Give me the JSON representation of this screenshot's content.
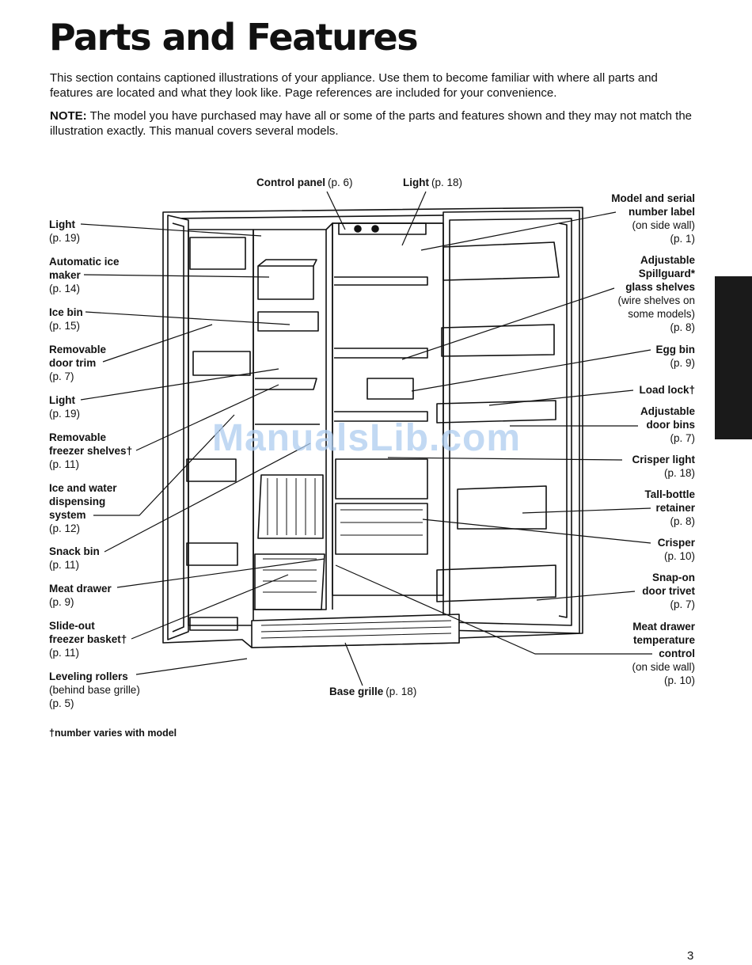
{
  "title": "Parts and Features",
  "intro": "This section contains captioned illustrations of your appliance. Use them to become familiar with where all parts and features are located and what they look like. Page references are included for your convenience.",
  "note_label": "NOTE:",
  "note_text": " The model you have purchased may have all or some of the parts and features shown and they may not match the illustration exactly. This manual covers several models.",
  "callouts": {
    "control_panel": {
      "name": "Control panel",
      "page": "(p. 6)"
    },
    "light_top": {
      "name": "Light",
      "page": "(p. 18)"
    },
    "model_serial": {
      "name1": "Model and serial",
      "name2": "number label",
      "sub": "(on side wall)",
      "page": "(p. 1)"
    },
    "spillguard": {
      "name1": "Adjustable",
      "name2": "Spillguard*",
      "name3": "glass shelves",
      "sub1": "(wire shelves on",
      "sub2": "some models)",
      "page": "(p. 8)"
    },
    "egg_bin": {
      "name": "Egg bin",
      "page": "(p. 9)"
    },
    "load_lock": {
      "name": "Load lock†"
    },
    "door_bins": {
      "name1": "Adjustable",
      "name2": "door bins",
      "page": "(p. 7)"
    },
    "crisper_light": {
      "name": "Crisper light",
      "page": "(p. 18)"
    },
    "tall_bottle": {
      "name1": "Tall-bottle",
      "name2": "retainer",
      "page": "(p. 8)"
    },
    "crisper": {
      "name": "Crisper",
      "page": "(p. 10)"
    },
    "trivet": {
      "name1": "Snap-on",
      "name2": "door trivet",
      "page": "(p. 7)"
    },
    "meat_temp": {
      "name1": "Meat drawer",
      "name2": "temperature",
      "name3": "control",
      "sub": "(on side wall)",
      "page": "(p. 10)"
    },
    "base_grille": {
      "name": "Base grille",
      "page": "(p. 18)"
    },
    "light_left1": {
      "name": "Light",
      "page": "(p. 19)"
    },
    "ice_maker": {
      "name1": "Automatic ice",
      "name2": "maker",
      "page": "(p. 14)"
    },
    "ice_bin": {
      "name": "Ice bin",
      "page": "(p. 15)"
    },
    "door_trim": {
      "name1": "Removable",
      "name2": "door trim",
      "page": "(p. 7)"
    },
    "light_left2": {
      "name": "Light",
      "page": "(p. 19)"
    },
    "freezer_shelves": {
      "name1": "Removable",
      "name2": "freezer shelves†",
      "page": "(p. 11)"
    },
    "dispensing": {
      "name1": "Ice and water",
      "name2": "dispensing",
      "name3": "system",
      "page": "(p. 12)"
    },
    "snack_bin": {
      "name": "Snack bin",
      "page": "(p. 11)"
    },
    "meat_drawer": {
      "name": "Meat drawer",
      "page": "(p. 9)"
    },
    "freezer_basket": {
      "name1": "Slide-out",
      "name2": "freezer basket†",
      "page": "(p. 11)"
    },
    "leveling": {
      "name": "Leveling rollers",
      "sub": "(behind base grille)",
      "page": "(p. 5)"
    }
  },
  "footnote": "†number varies with model",
  "watermark": "ManualsLib.com",
  "page_number": "3"
}
